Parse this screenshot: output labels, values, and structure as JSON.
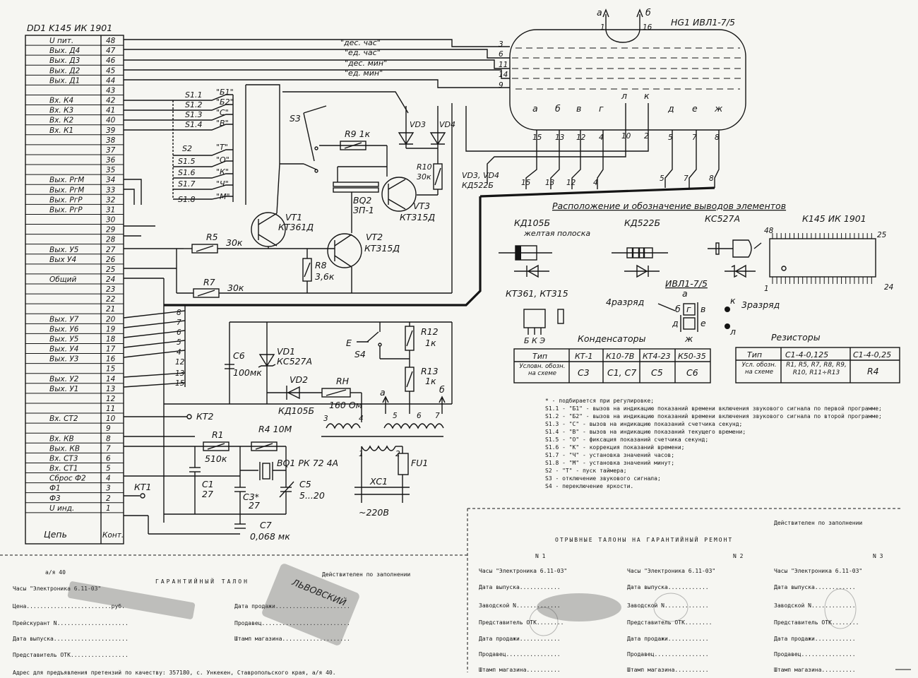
{
  "ic": {
    "header": "DD1  K145 ИК 1901",
    "rows": [
      {
        "name": "U пит.",
        "pin": "48"
      },
      {
        "name": "Вых. Д4",
        "pin": "47"
      },
      {
        "name": "Вых. Д3",
        "pin": "46"
      },
      {
        "name": "Вых. Д2",
        "pin": "45"
      },
      {
        "name": "Вых. Д1",
        "pin": "44"
      },
      {
        "name": "",
        "pin": "43"
      },
      {
        "name": "Вх. К4",
        "pin": "42"
      },
      {
        "name": "Вх. К3",
        "pin": "41"
      },
      {
        "name": "Вх. К2",
        "pin": "40"
      },
      {
        "name": "Вх. К1",
        "pin": "39"
      },
      {
        "name": "",
        "pin": "38"
      },
      {
        "name": "",
        "pin": "37"
      },
      {
        "name": "",
        "pin": "36"
      },
      {
        "name": "",
        "pin": "35"
      },
      {
        "name": "Вых. РгМ",
        "pin": "34"
      },
      {
        "name": "Вых. РгМ",
        "pin": "33"
      },
      {
        "name": "Вых. РгР",
        "pin": "32"
      },
      {
        "name": "Вых. РгР",
        "pin": "31"
      },
      {
        "name": "",
        "pin": "30"
      },
      {
        "name": "",
        "pin": "29"
      },
      {
        "name": "",
        "pin": "28"
      },
      {
        "name": "Вых. У5",
        "pin": "27"
      },
      {
        "name": "Вых У4",
        "pin": "26"
      },
      {
        "name": "",
        "pin": "25"
      },
      {
        "name": "Общий",
        "pin": "24"
      },
      {
        "name": "",
        "pin": "23"
      },
      {
        "name": "",
        "pin": "22"
      },
      {
        "name": "",
        "pin": "21"
      },
      {
        "name": "Вых. У7",
        "pin": "20"
      },
      {
        "name": "Вых. У6",
        "pin": "19"
      },
      {
        "name": "Вых. У5",
        "pin": "18"
      },
      {
        "name": "Вых. У4",
        "pin": "17"
      },
      {
        "name": "Вых. У3",
        "pin": "16"
      },
      {
        "name": "",
        "pin": "15"
      },
      {
        "name": "Вых. У2",
        "pin": "14"
      },
      {
        "name": "Вых. У1",
        "pin": "13"
      },
      {
        "name": "",
        "pin": "12"
      },
      {
        "name": "",
        "pin": "11"
      },
      {
        "name": "Вх. СТ2",
        "pin": "10"
      },
      {
        "name": "",
        "pin": "9"
      },
      {
        "name": "Вх. КВ",
        "pin": "8"
      },
      {
        "name": "Вых. КВ",
        "pin": "7"
      },
      {
        "name": "Вх. СТ3",
        "pin": "6"
      },
      {
        "name": "Вх. СТ1",
        "pin": "5"
      },
      {
        "name": "Сброс Ф2",
        "pin": "4"
      },
      {
        "name": "Ф1",
        "pin": "3"
      },
      {
        "name": "Ф3",
        "pin": "2"
      },
      {
        "name": "U инд.",
        "pin": "1"
      }
    ],
    "footer_name": "Цепь",
    "footer_pin": "Конт."
  },
  "display": {
    "title": "HG1  ИВЛ1-7/5",
    "label_a": "а",
    "label_b": "б",
    "pin_a": "1",
    "pin_b": "16",
    "left_pins": [
      "3",
      "6",
      "11",
      "14",
      "9"
    ],
    "seg_letters": [
      "а",
      "б",
      "в",
      "г",
      "л",
      "к",
      "д",
      "е",
      "ж"
    ],
    "seg_pins": [
      "15",
      "13",
      "12",
      "4",
      "10",
      "2",
      "5",
      "7",
      "8"
    ]
  },
  "digit_labels": [
    "\"дес. час\"",
    "\"ед. час\"",
    "\"дес. мин\"",
    "\"ед. мин\""
  ],
  "switches": {
    "s1": [
      "S1.1",
      "S1.2",
      "S1.3",
      "S1.4",
      "S1.5",
      "S1.6",
      "S1.7",
      "S1.8"
    ],
    "s1_marks": [
      "\"Б1\"",
      "\"Б2\"",
      "\"С\"",
      "\"В\"",
      "\"О\"",
      "\"К\"",
      "\"Ч\"",
      "\"М\""
    ],
    "s2": "S2",
    "s2_mark": "\"Т\"",
    "s3": "S3",
    "s4": "S4",
    "s4_e": "E"
  },
  "parts": {
    "r9": "R9  1к",
    "r10": "R10",
    "r10v": "30к",
    "r5": "R5",
    "r5v": "30к",
    "r7": "R7",
    "r7v": "30к",
    "r8": "R8",
    "r8v": "3,6к",
    "vd3": "VD3",
    "vd4": "VD4",
    "vd_note1": "VD3, VD4",
    "vd_note2": "КД522Б",
    "bq2": "BQ2",
    "bq2v": "ЗП-1",
    "vt1": "VT1",
    "vt1v": "КТ361Д",
    "vt2": "VT2",
    "vt2v": "КТ315Д",
    "vt3": "VT3",
    "vt3v": "КТ315Д",
    "c6": "C6",
    "c6v": "100мк",
    "vd1": "VD1",
    "vd1v": "КС527А",
    "vd2": "VD2",
    "vd2v": "КД105Б",
    "rh": "RH",
    "rhv": "160 Ом",
    "r12": "R12",
    "r12v": "1к",
    "r13": "R13",
    "r13v": "1к",
    "kt2": "КТ2",
    "kt1": "КТ1",
    "r1": "R1",
    "r1v": "510к",
    "r4": "R4  10М",
    "bq1": "BQ1  РК 72 4А",
    "c1": "C1",
    "c1v": "27",
    "c3": "C3*",
    "c3v": "27",
    "c5": "C5",
    "c5v": "5...20",
    "c7": "C7",
    "c7v": "0,068 мк",
    "xc1": "XC1",
    "fu1": "FU1",
    "mains": "~220В",
    "tr_a": "а",
    "tr_b": "б",
    "tr_pins": [
      "3",
      "4",
      "5",
      "6",
      "7",
      "1",
      "2"
    ],
    "bus_nums": [
      "8",
      "7",
      "6",
      "5",
      "4",
      "12",
      "13",
      "15"
    ]
  },
  "layout_section": {
    "title": "Расположение и обозначение выводов элементов",
    "kd105": "КД105Б",
    "kd105_note": "желтая полоска",
    "kd522": "КД522Б",
    "ks527": "КС527А",
    "k145": "К145 ИК 1901",
    "k145_pins": [
      "48",
      "25",
      "1",
      "24"
    ],
    "kt": "КТ361, КТ315",
    "kt_pins": "Б К Э",
    "ivl": "ИВЛ1-7/5",
    "ivl_a": "а",
    "ivl_b": "б",
    "ivl_g": "г",
    "ivl_v": "в",
    "ivl_d": "д",
    "ivl_e": "е",
    "ivl_zh": "ж",
    "dig4": "4разряд",
    "dig3": "3разряд",
    "k": "к",
    "l": "л"
  },
  "cap_table": {
    "title": "Конденсаторы",
    "headers": [
      "Тип",
      "КТ-1",
      "К10-7В",
      "КТ4-23",
      "К50-35"
    ],
    "row_label": "Условн. обозн. на схеме",
    "cells": [
      "C3",
      "C1, C7",
      "C5",
      "C6"
    ]
  },
  "res_table": {
    "title": "Резисторы",
    "headers": [
      "Тип",
      "С1-4-0,125",
      "С1-4-0,25"
    ],
    "row_label": "Усл. обозн. на схеме",
    "cells": [
      "R1, R5, R7, R8, R9, R10, R11÷R13",
      "R4"
    ]
  },
  "legend": [
    "* - подбирается при регулировке;",
    "S1.1 - \"Б1\" - вызов на индикацию показаний времени включения звукового сигнала по первой программе;",
    "S1.2 - \"Б2\" - вызов на индикацию показаний времени включения звукового сигнала по второй программе;",
    "S1.3 - \"С\"  - вызов на индикацию показаний счетчика секунд;",
    "S1.4 - \"В\"  - вызов на индикацию показаний текущего времени;",
    "S1.5 - \"О\"  - фиксация показаний счетчика секунд;",
    "S1.6 - \"К\"  - коррекция показаний времени;",
    "S1.7 - \"Ч\"  - установка значений часов;",
    "S1.8 - \"М\"  - установка значений минут;",
    "S2   - \"Т\"  - пуск таймера;",
    "S3   - отключение звукового сигнала;",
    "S4   - переключение яркости."
  ],
  "warranty": {
    "valid_note": "Действителен по заполнении",
    "stubs_title": "ОТРЫВНЫЕ ТАЛОНЫ НА ГАРАНТИЙНЫЙ РЕМОНТ",
    "main": {
      "code": "а/я 40",
      "title": "ГАРАНТИЙНЫЙ ТАЛОН",
      "valid": "Действителен по заполнении",
      "left_fields": [
        "Часы \"Электроника 6.11-03\"",
        "Цена.........................руб.",
        "Прейскурант N.....................",
        "Дата выпуска......................",
        "Представитель ОТК................."
      ],
      "right_fields": [
        "Дата продажи......................",
        "Продавец..........................",
        "Штамп магазина...................."
      ],
      "address": "Адрес для предъявления претензий по качеству: 357180, с. Ункекен, Ставропольского края, а/я 40.",
      "stamp": "ЛЬВОВСКИЙ"
    },
    "stubs": [
      {
        "no": "N 1",
        "fields": [
          "Часы \"Электроника 6.11-03\"",
          "Дата выпуска............",
          "Заводской N.............",
          "Представитель ОТК........",
          "Дата продажи............",
          "Продавец................",
          "Штамп магазина.........."
        ]
      },
      {
        "no": "N 2",
        "fields": [
          "Часы \"Электроника 6.11-03\"",
          "Дата выпуска............",
          "Заводской N.............",
          "Представитель ОТК........",
          "Дата продажи............",
          "Продавец................",
          "Штамп магазина.........."
        ]
      },
      {
        "no": "N 3",
        "fields": [
          "Часы \"Электроника 6.11-03\"",
          "Дата выпуска............",
          "Заводской N.............",
          "Представитель ОТК........",
          "Дата продажи............",
          "Продавец................",
          "Штамп магазина.........."
        ]
      }
    ]
  }
}
